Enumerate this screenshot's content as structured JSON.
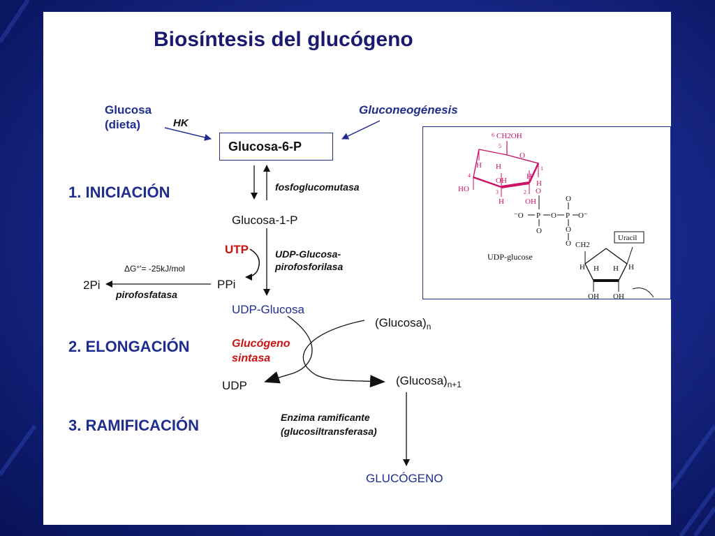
{
  "title": "Biosíntesis del glucógeno",
  "colors": {
    "background": "#1a2a8e",
    "slide": "#ffffff",
    "navy": "#1f2d8f",
    "red": "#cc1111",
    "glucose_ring": "#cc1166"
  },
  "inputs": {
    "glucosa_line1": "Glucosa",
    "glucosa_line2": "(dieta)",
    "hk": "HK",
    "gluconeogenesis": "Gluconeogénesis"
  },
  "nodes": {
    "glucosa6p": "Glucosa-6-P",
    "glucosa1p": "Glucosa-1-P",
    "utp": "UTP",
    "ppi": "PPi",
    "pi2": "2Pi",
    "udp_glucosa": "UDP-Glucosa",
    "glucosa_n_base": "(Glucosa)",
    "glucosa_n_sub": "n",
    "udp": "UDP",
    "glucosa_n1_base": "(Glucosa)",
    "glucosa_n1_sub": "n+1",
    "glucogeno": "GLUCÓGENO"
  },
  "enzymes": {
    "fosfoglucomutasa": "fosfoglucomutasa",
    "udp_pirofosforilasa_1": "UDP-Glucosa-",
    "udp_pirofosforilasa_2": "pirofosforilasa",
    "deltaG": "ΔG°'= -25kJ/mol",
    "pirofosfatasa": "pirofosfatasa",
    "glucogeno_sintasa_1": "Glucógeno",
    "glucogeno_sintasa_2": "sintasa",
    "ramificante_1": "Enzima ramificante",
    "ramificante_2": "(glucosiltransferasa)"
  },
  "steps": {
    "iniciacion": "1. INICIACIÓN",
    "elongacion": "2. ELONGACIÓN",
    "ramificacion": "3. RAMIFICACIÓN"
  },
  "structure": {
    "uracil": "Uracil",
    "label": "UDP-glucose",
    "atoms": {
      "c6": "6",
      "ch2oh": "CH2OH",
      "c5": "5",
      "o_ring": "O",
      "c1": "1",
      "c4": "4",
      "c3": "3",
      "c2": "2",
      "h": "H",
      "oh": "OH",
      "ho": "HO",
      "phos_o_minus": "⁻O",
      "o_minus": "O⁻",
      "p": "P",
      "o": "O",
      "ch2": "CH2"
    }
  }
}
